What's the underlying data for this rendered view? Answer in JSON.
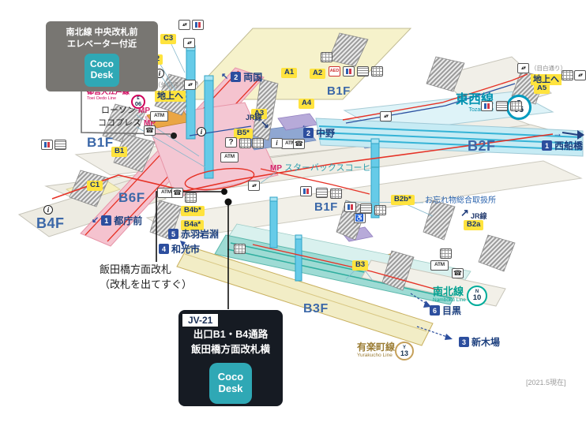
{
  "note": {
    "text": "[2021.5現在]"
  },
  "coco": {
    "line1": "Coco",
    "line2": "Desk"
  },
  "callout_north": {
    "text1": "南北線 中央改札前",
    "text2": "エレベーター付近"
  },
  "callout_south": {
    "tag": "JV-21",
    "text1": "出口B1・B4通路",
    "text2": "飯田橋方面改札横"
  },
  "callout_gate": {
    "text1": "飯田橋方面改札",
    "text2": "（改札を出てすぐ）"
  },
  "lines": {
    "tozai": {
      "name": "東西線",
      "en": "Tozai Line",
      "letter": "T",
      "number": "06",
      "color": "#009bbf"
    },
    "namboku": {
      "name": "南北線",
      "en": "Namboku Line",
      "letter": "N",
      "number": "10",
      "color": "#00ac9b"
    },
    "yurakucho": {
      "name": "有楽町線",
      "en": "Yurakucho Line",
      "letter": "Y",
      "number": "13",
      "color": "#c5a05a"
    },
    "oedo": {
      "name": "都営大江戸線",
      "en": "Toei Oedo Line",
      "letter": "E",
      "number": "06",
      "color": "#ce045b"
    }
  },
  "floors": [
    {
      "text": "B1F"
    },
    {
      "text": "B6F"
    },
    {
      "text": "B4F"
    },
    {
      "text": "B2F"
    },
    {
      "text": "B1F"
    },
    {
      "text": "B1F"
    },
    {
      "text": "B3F"
    }
  ],
  "exits": [
    {
      "label": "C3"
    },
    {
      "label": "C2"
    },
    {
      "label": "C1"
    },
    {
      "label": "B1"
    },
    {
      "label": "A1"
    },
    {
      "label": "A2"
    },
    {
      "label": "A3"
    },
    {
      "label": "A4"
    },
    {
      "label": "A5"
    },
    {
      "label": "B5*"
    },
    {
      "label": "B4b*"
    },
    {
      "label": "B4a*"
    },
    {
      "label": "B2b*"
    },
    {
      "label": "B2a"
    },
    {
      "label": "B3"
    }
  ],
  "directions": [
    {
      "arrow": "↖",
      "num": "2",
      "name": "両国"
    },
    {
      "arrow": "",
      "num": "1",
      "name": "西船橋"
    },
    {
      "arrow": "",
      "num": "2",
      "name": "中野"
    },
    {
      "arrow": "↙",
      "num": "1",
      "name": "都庁前"
    },
    {
      "arrow": "",
      "num": "5",
      "name": "赤羽岩淵"
    },
    {
      "arrow": "",
      "num": "4",
      "name": "和光市"
    },
    {
      "arrow": "",
      "num": "6",
      "name": "目黒"
    },
    {
      "arrow": "",
      "num": "3",
      "name": "新木場"
    }
  ],
  "free_arrows": {
    "nishifunabashi": "→",
    "nakano": "←"
  },
  "surface": [
    {
      "street": "（外堀通り沿い）",
      "label": "地上へ"
    },
    {
      "street": "（目白通り）",
      "label": "地上へ"
    }
  ],
  "shops": [
    {
      "name": "ローソン",
      "tag": "MP"
    },
    {
      "name": "ココプレス",
      "tag": "MP"
    },
    {
      "name": "スターバックスコーヒー",
      "tag": "MP"
    }
  ],
  "facilities": {
    "atm": "ATM",
    "aed": "AED",
    "lost_found": "お忘れ物総合取扱所",
    "jr": "JR線",
    "jr_arrow_down": "↘",
    "jr_arrow_up": "↗"
  },
  "glyphs": {
    "elevator": "▴▾",
    "phone": "☎",
    "info": "i",
    "question": "?",
    "wheelchair": "♿"
  }
}
